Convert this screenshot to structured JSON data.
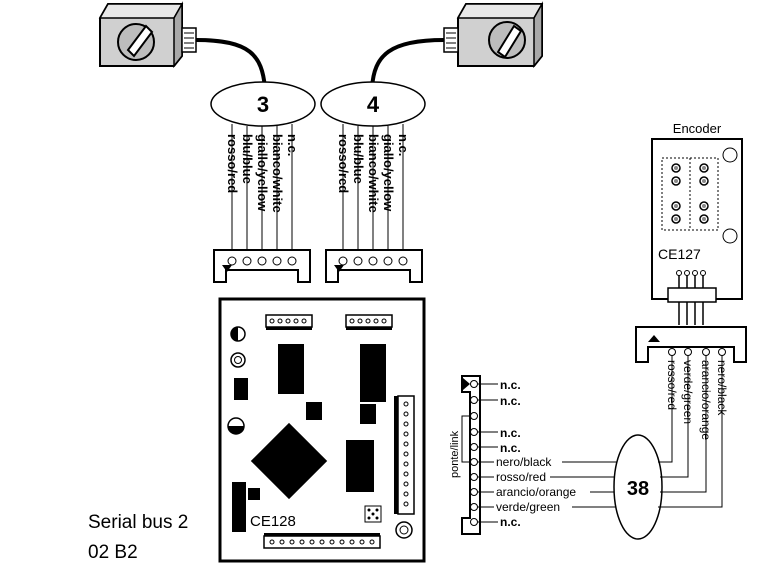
{
  "motor_left": {
    "cable_number": "3",
    "wires": [
      "rosso/red",
      "blu/blue",
      "giallo/yellow",
      "bianco/white",
      "n.c."
    ]
  },
  "motor_right": {
    "cable_number": "4",
    "wires": [
      "rosso/red",
      "blu/blue",
      "bianco/white",
      "giallo/yellow",
      "n.c."
    ]
  },
  "encoder": {
    "title": "Encoder",
    "board_label": "CE127",
    "wires": [
      "rosso/red",
      "verde/green",
      "arancio/orange",
      "nero/black"
    ]
  },
  "board": {
    "label": "CE128"
  },
  "serial_bus": {
    "line1": "Serial bus 2",
    "line2": "02 B2"
  },
  "link": {
    "label": "ponte/link"
  },
  "connector_pins": [
    "n.c.",
    "n.c.",
    "",
    "n.c.",
    "n.c.",
    "nero/black",
    "rosso/red",
    "arancio/orange",
    "verde/green",
    "n.c."
  ],
  "cable_38": {
    "number": "38"
  }
}
